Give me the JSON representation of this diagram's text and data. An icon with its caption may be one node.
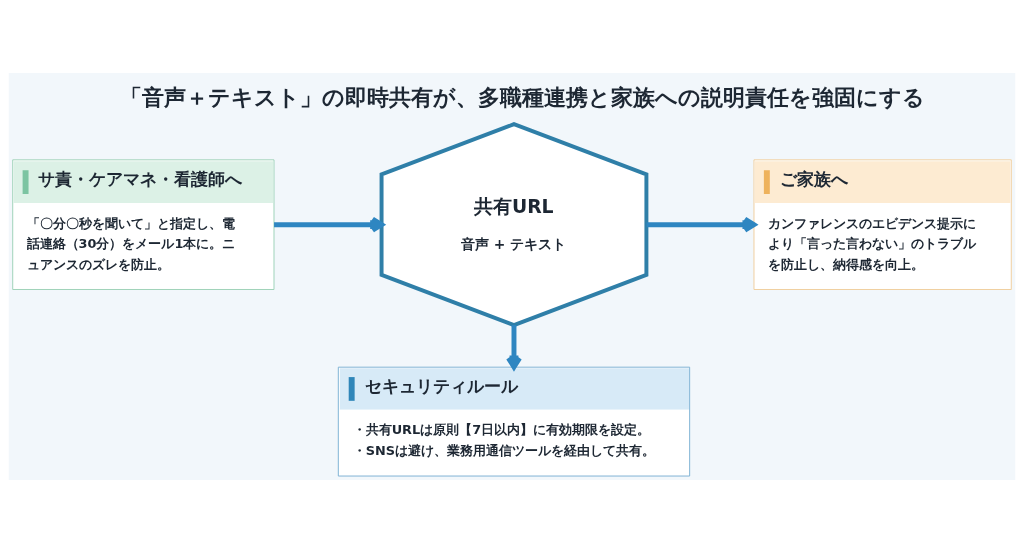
{
  "diagram": {
    "title": "「音声＋テキスト」の即時共有が、多職種連携と家族への説明責任を強固にする",
    "nodes": [
      {
        "text": [
          "サ責・ケアマネ・看護師へ",
          "「〇分〇秒を聞いて」と指定し、電話連絡（30分）をメール1本に。ニュアンスのズレを防止。"
        ]
      },
      {
        "text": [
          "ご家族へ",
          "カンファレンスのエビデンス提示により「言った言わない」のトラブルを防止し、納得感を向上。"
        ]
      },
      {
        "text": [
          "共有URL",
          "音声 + テキスト"
        ]
      },
      {
        "text": [
          "セキュリティルール",
          "・共有URLは原則【7日以内】に有効期限を設定。",
          "・SNSは避け、業務用通信ツールを経由して共有。"
        ]
      }
    ],
    "edges": [
      {
        "from": 0,
        "to": 2,
        "arrow": "to"
      },
      {
        "from": 2,
        "to": 1,
        "arrow": "to"
      },
      {
        "from": 2,
        "to": 3,
        "arrow": "to"
      }
    ]
  }
}
